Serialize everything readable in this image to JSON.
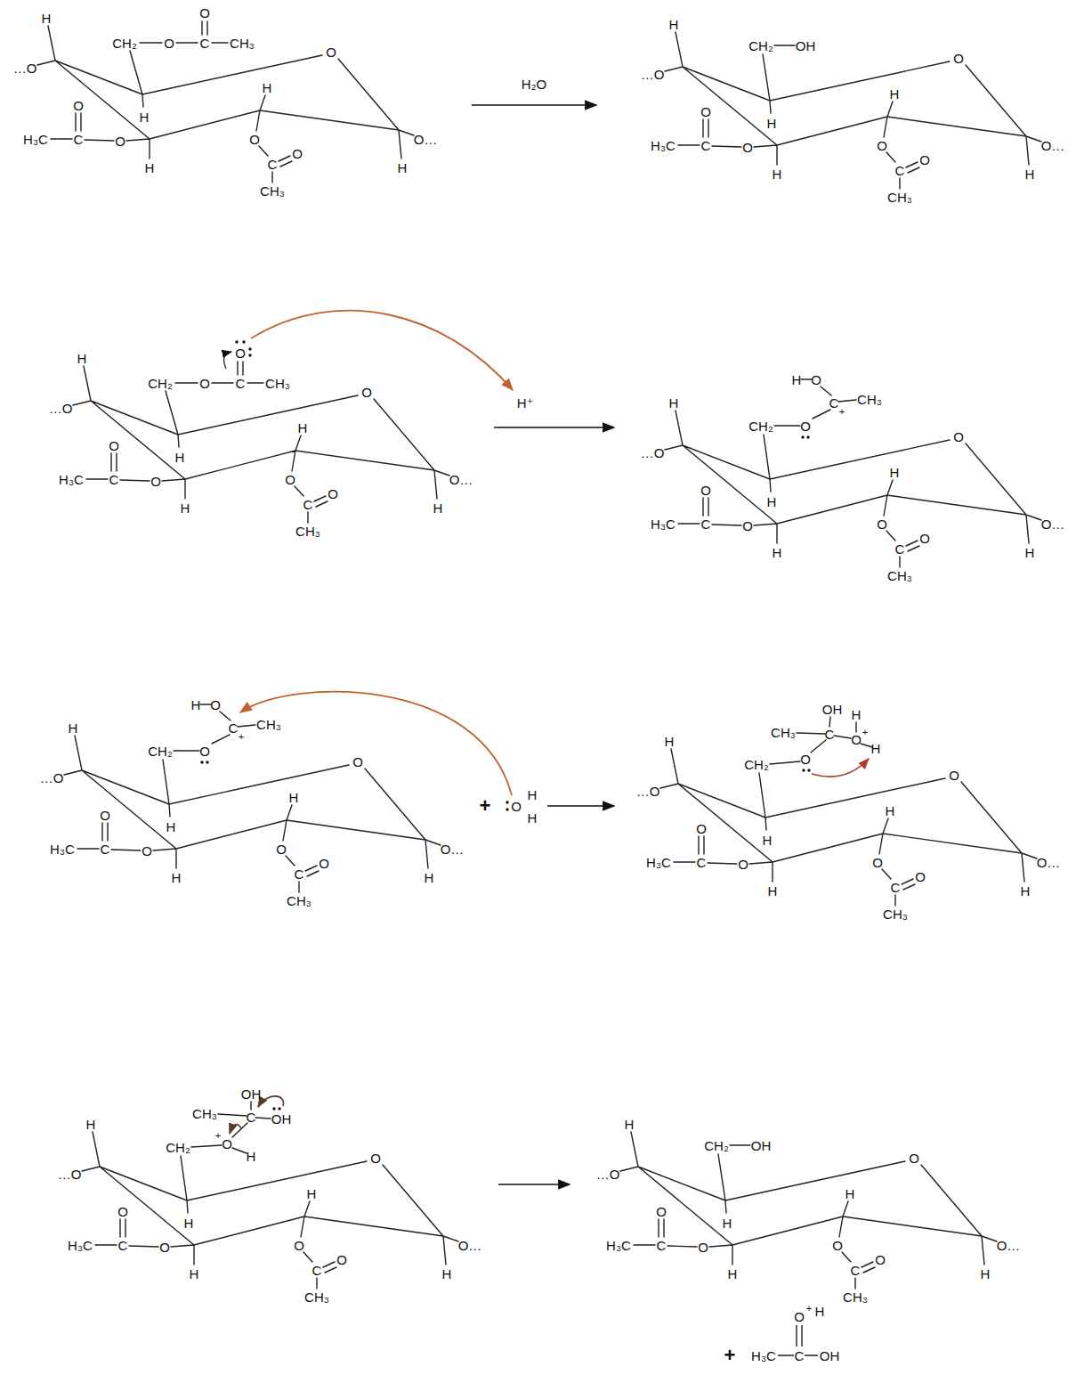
{
  "diagram": {
    "labels": [
      "…O",
      "H",
      "H",
      "O",
      "H₃C",
      "C",
      "O",
      "O",
      "H",
      "H",
      "O",
      "C",
      "O",
      "CH₃",
      "H",
      "O…",
      "CH₂",
      "O",
      "C",
      "O",
      "CH₃",
      "H₂O",
      "…O",
      "H",
      "H",
      "O",
      "H₃C",
      "C",
      "O",
      "O",
      "H",
      "H",
      "O",
      "C",
      "O",
      "CH₃",
      "H",
      "O…",
      "CH₂",
      "OH",
      "…O",
      "H",
      "H",
      "O",
      "H₃C",
      "C",
      "O",
      "O",
      "H",
      "H",
      "O",
      "C",
      "O",
      "CH₃",
      "H",
      "O…",
      "CH₂",
      "O",
      "C",
      "O",
      "CH₃",
      "H⁺",
      "…O",
      "H",
      "H",
      "O",
      "H₃C",
      "C",
      "O",
      "O",
      "H",
      "H",
      "O",
      "C",
      "O",
      "CH₃",
      "H",
      "O…",
      "H",
      "O",
      "C",
      "+",
      "CH₃",
      "CH₂",
      "O",
      "…O",
      "H",
      "H",
      "O",
      "H₃C",
      "C",
      "O",
      "O",
      "H",
      "H",
      "O",
      "C",
      "O",
      "CH₃",
      "H",
      "O…",
      "H",
      "O",
      "C",
      "+",
      "CH₃",
      "CH₂",
      "O",
      "+",
      "O",
      "H",
      "H",
      "…O",
      "H",
      "H",
      "O",
      "H₃C",
      "C",
      "O",
      "O",
      "H",
      "H",
      "O",
      "C",
      "O",
      "CH₃",
      "H",
      "O…",
      "OH",
      "CH₃",
      "C",
      "H",
      "O",
      "+",
      "H",
      "CH₂",
      "O",
      "…O",
      "H",
      "H",
      "O",
      "H₃C",
      "C",
      "O",
      "O",
      "H",
      "H",
      "O",
      "C",
      "O",
      "CH₃",
      "H",
      "O…",
      "OH",
      "CH₃",
      "C",
      "OH",
      "CH₂",
      "O",
      "+",
      "H",
      "…O",
      "H",
      "H",
      "O",
      "H₃C",
      "C",
      "O",
      "O",
      "H",
      "H",
      "O",
      "C",
      "O",
      "CH₃",
      "H",
      "O…",
      "CH₂",
      "OH",
      "O",
      "+",
      "H",
      "+",
      "H₃C",
      "C",
      "OH"
    ]
  }
}
